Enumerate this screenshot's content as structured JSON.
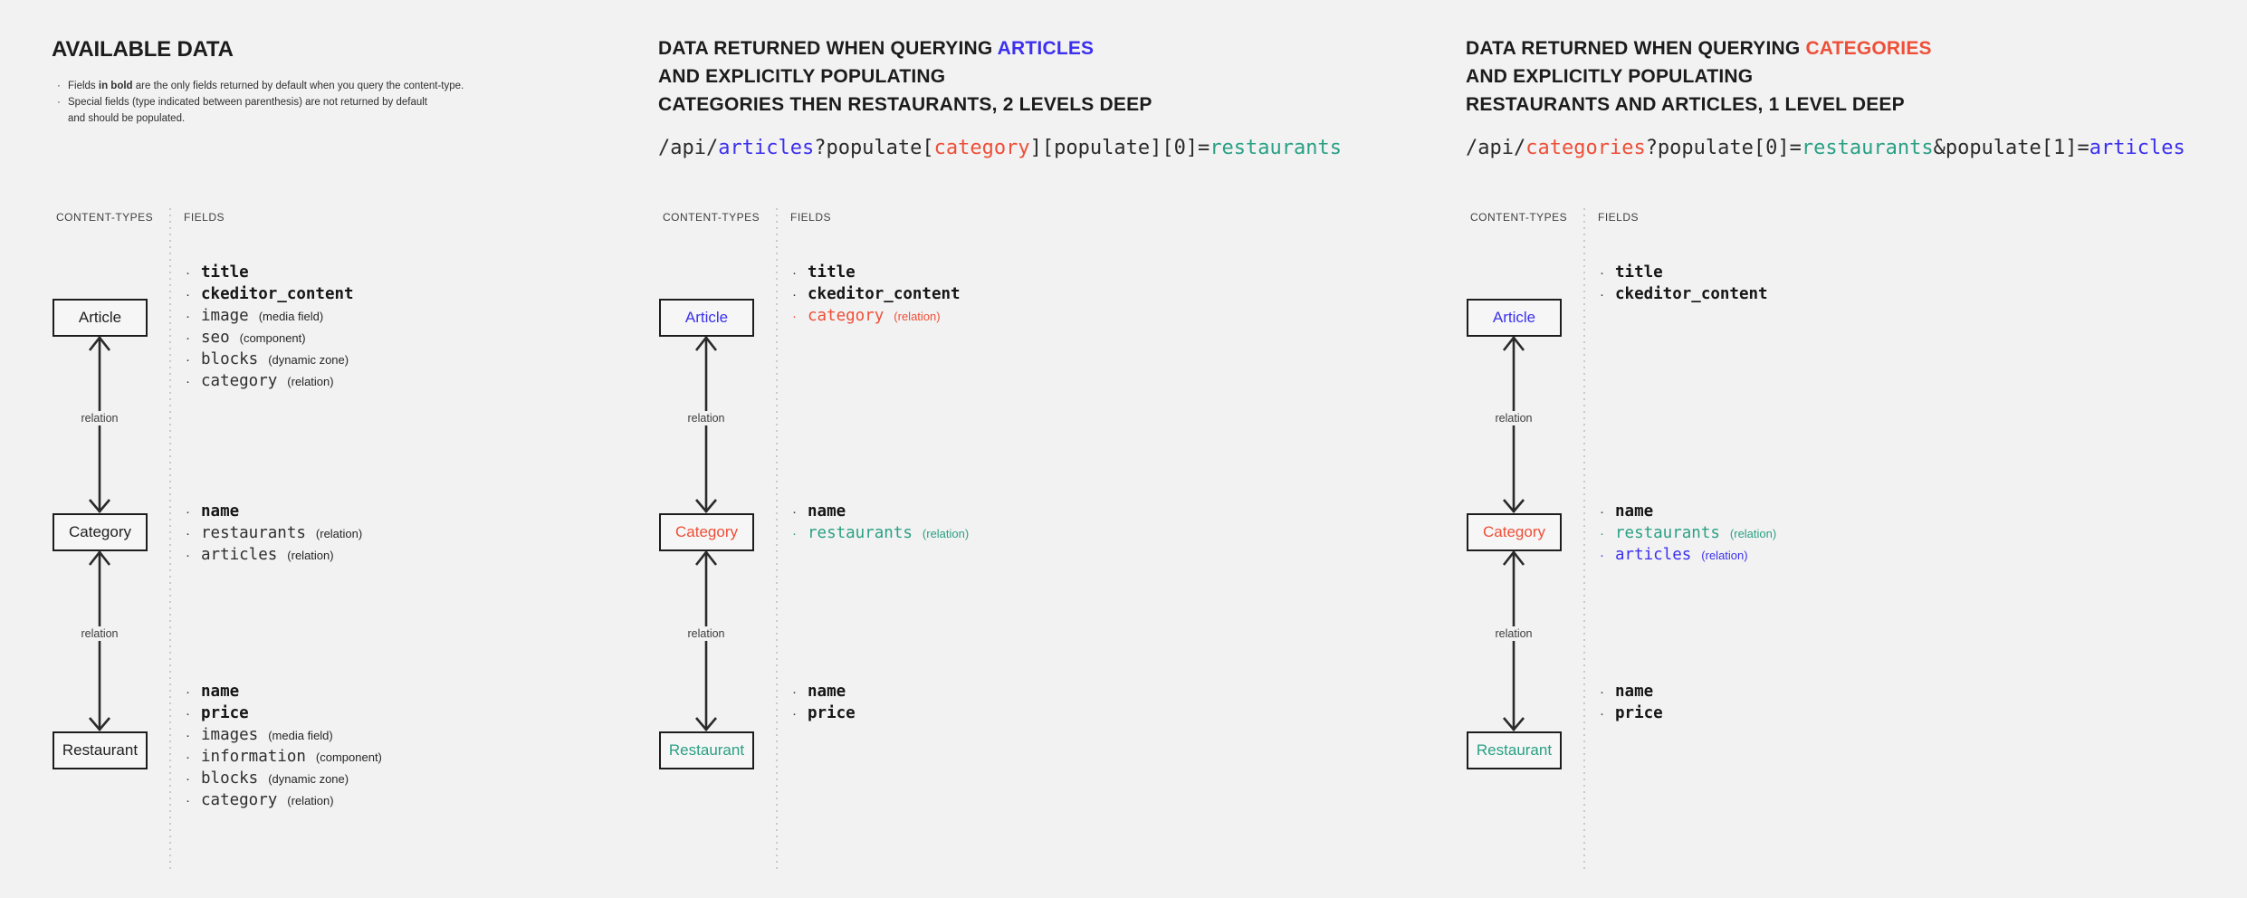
{
  "colors": {
    "dark": "#222222",
    "blue": "#3c30ee",
    "red": "#ee4f38",
    "teal": "#2aa084"
  },
  "labels": {
    "content_types": "CONTENT-TYPES",
    "fields": "FIELDS",
    "relation": "relation"
  },
  "panels": [
    {
      "title": "AVAILABLE DATA",
      "notes": [
        {
          "bullet": true,
          "parts": [
            {
              "t": "Fields "
            },
            {
              "t": "in bold",
              "bold": true
            },
            {
              "t": " are the only fields returned by default when you query the content-type."
            }
          ]
        },
        {
          "bullet": true,
          "parts": [
            {
              "t": "Special fields (type indicated between parenthesis) are not returned by default"
            }
          ]
        },
        {
          "bullet": false,
          "parts": [
            {
              "t": "and should be populated."
            }
          ]
        }
      ],
      "boxes": [
        {
          "label": "Article",
          "color": "dark"
        },
        {
          "label": "Category",
          "color": "dark"
        },
        {
          "label": "Restaurant",
          "color": "dark"
        }
      ],
      "field_groups": [
        [
          {
            "name": "title",
            "bold": true
          },
          {
            "name": "ckeditor_content",
            "bold": true
          },
          {
            "name": "image",
            "type": "(media field)"
          },
          {
            "name": "seo",
            "type": "(component)"
          },
          {
            "name": "blocks",
            "type": "(dynamic zone)"
          },
          {
            "name": "category",
            "type": "(relation)"
          }
        ],
        [
          {
            "name": "name",
            "bold": true
          },
          {
            "name": "restaurants",
            "type": "(relation)"
          },
          {
            "name": "articles",
            "type": "(relation)"
          }
        ],
        [
          {
            "name": "name",
            "bold": true
          },
          {
            "name": "price",
            "bold": true
          },
          {
            "name": "images",
            "type": "(media field)"
          },
          {
            "name": "information",
            "type": "(component)"
          },
          {
            "name": "blocks",
            "type": "(dynamic zone)"
          },
          {
            "name": "category",
            "type": "(relation)"
          }
        ]
      ]
    },
    {
      "title_lines": [
        {
          "parts": [
            {
              "t": "DATA RETURNED WHEN QUERYING "
            },
            {
              "t": "ARTICLES",
              "color": "blue"
            }
          ]
        },
        {
          "parts": [
            {
              "t": "AND EXPLICITLY POPULATING"
            }
          ]
        },
        {
          "parts": [
            {
              "t": "CATEGORIES THEN RESTAURANTS, 2 LEVELS DEEP"
            }
          ]
        }
      ],
      "code": [
        {
          "t": "/api/"
        },
        {
          "t": "articles",
          "color": "blue"
        },
        {
          "t": "?populate["
        },
        {
          "t": "category",
          "color": "red"
        },
        {
          "t": "][populate][0]="
        },
        {
          "t": "restaurants",
          "color": "teal"
        }
      ],
      "boxes": [
        {
          "label": "Article",
          "color": "blue"
        },
        {
          "label": "Category",
          "color": "red"
        },
        {
          "label": "Restaurant",
          "color": "teal"
        }
      ],
      "field_groups": [
        [
          {
            "name": "title",
            "bold": true
          },
          {
            "name": "ckeditor_content",
            "bold": true
          },
          {
            "name": "category",
            "type": "(relation)",
            "color": "red"
          }
        ],
        [
          {
            "name": "name",
            "bold": true
          },
          {
            "name": "restaurants",
            "type": "(relation)",
            "color": "teal"
          }
        ],
        [
          {
            "name": "name",
            "bold": true
          },
          {
            "name": "price",
            "bold": true
          }
        ]
      ]
    },
    {
      "title_lines": [
        {
          "parts": [
            {
              "t": "DATA RETURNED WHEN QUERYING "
            },
            {
              "t": "CATEGORIES",
              "color": "red"
            }
          ]
        },
        {
          "parts": [
            {
              "t": "AND EXPLICITLY POPULATING"
            }
          ]
        },
        {
          "parts": [
            {
              "t": "RESTAURANTS AND ARTICLES, 1 LEVEL DEEP"
            }
          ]
        }
      ],
      "code": [
        {
          "t": "/api/"
        },
        {
          "t": "categories",
          "color": "red"
        },
        {
          "t": "?populate[0]="
        },
        {
          "t": "restaurants",
          "color": "teal"
        },
        {
          "t": "&populate[1]="
        },
        {
          "t": "articles",
          "color": "blue"
        }
      ],
      "boxes": [
        {
          "label": "Article",
          "color": "blue"
        },
        {
          "label": "Category",
          "color": "red"
        },
        {
          "label": "Restaurant",
          "color": "teal"
        }
      ],
      "field_groups": [
        [
          {
            "name": "title",
            "bold": true
          },
          {
            "name": "ckeditor_content",
            "bold": true
          }
        ],
        [
          {
            "name": "name",
            "bold": true
          },
          {
            "name": "restaurants",
            "type": "(relation)",
            "color": "teal"
          },
          {
            "name": "articles",
            "type": "(relation)",
            "color": "blue"
          }
        ],
        [
          {
            "name": "name",
            "bold": true
          },
          {
            "name": "price",
            "bold": true
          }
        ]
      ]
    }
  ]
}
